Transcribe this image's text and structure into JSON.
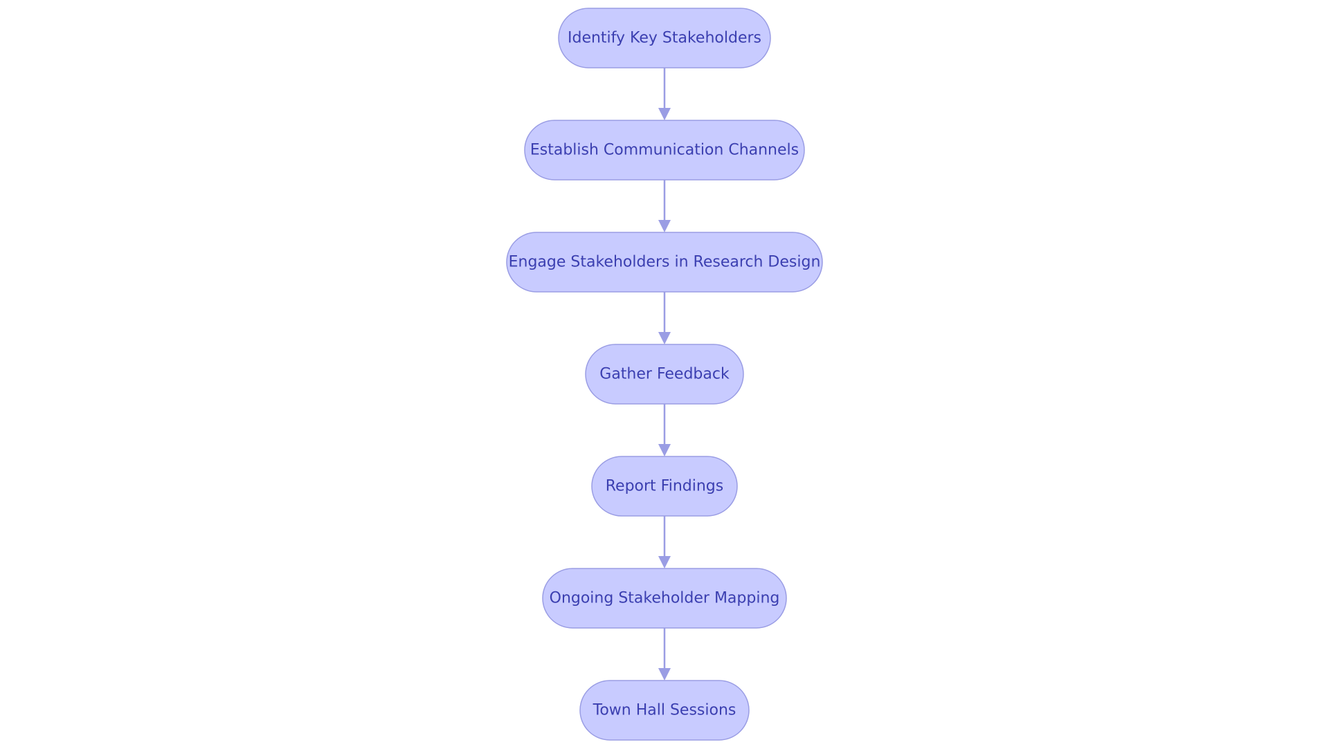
{
  "nodes": [
    {
      "id": "n1",
      "label": "Identify Key Stakeholders"
    },
    {
      "id": "n2",
      "label": "Establish Communication Channels"
    },
    {
      "id": "n3",
      "label": "Engage Stakeholders in Research Design"
    },
    {
      "id": "n4",
      "label": "Gather Feedback"
    },
    {
      "id": "n5",
      "label": "Report Findings"
    },
    {
      "id": "n6",
      "label": "Ongoing Stakeholder Mapping"
    },
    {
      "id": "n7",
      "label": "Town Hall Sessions"
    }
  ],
  "edges": [
    {
      "from": "n1",
      "to": "n2"
    },
    {
      "from": "n2",
      "to": "n3"
    },
    {
      "from": "n3",
      "to": "n4"
    },
    {
      "from": "n4",
      "to": "n5"
    },
    {
      "from": "n5",
      "to": "n6"
    },
    {
      "from": "n6",
      "to": "n7"
    }
  ],
  "colors": {
    "node_fill": "#c8cbff",
    "node_stroke": "#9a9de4",
    "text": "#3b3fb0",
    "edge": "#9a9de4"
  }
}
